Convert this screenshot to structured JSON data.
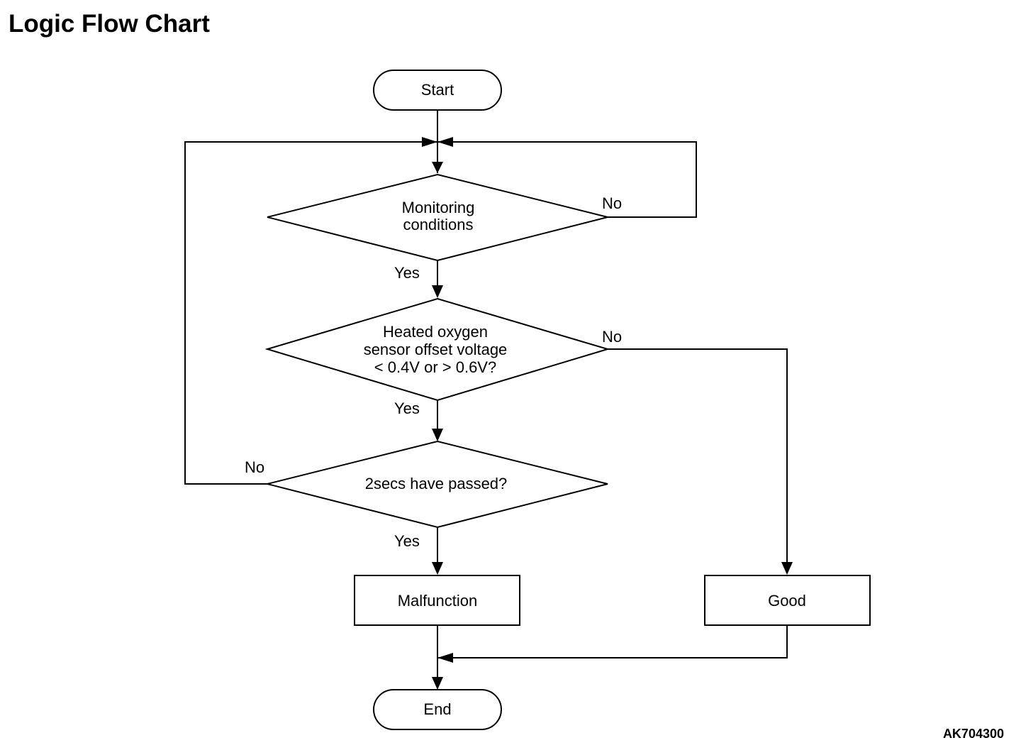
{
  "title": "Logic Flow Chart",
  "figure_code": "AK704300",
  "nodes": {
    "start": "Start",
    "monitoring": [
      "Monitoring",
      "conditions"
    ],
    "voltage": [
      "Heated oxygen",
      "sensor offset voltage",
      "< 0.4V or > 0.6V?"
    ],
    "time": "2secs have passed?",
    "malfunction": "Malfunction",
    "good": "Good",
    "end": "End"
  },
  "edges": {
    "monitoring_yes": "Yes",
    "monitoring_no": "No",
    "voltage_yes": "Yes",
    "voltage_no": "No",
    "time_yes": "Yes",
    "time_no": "No"
  }
}
